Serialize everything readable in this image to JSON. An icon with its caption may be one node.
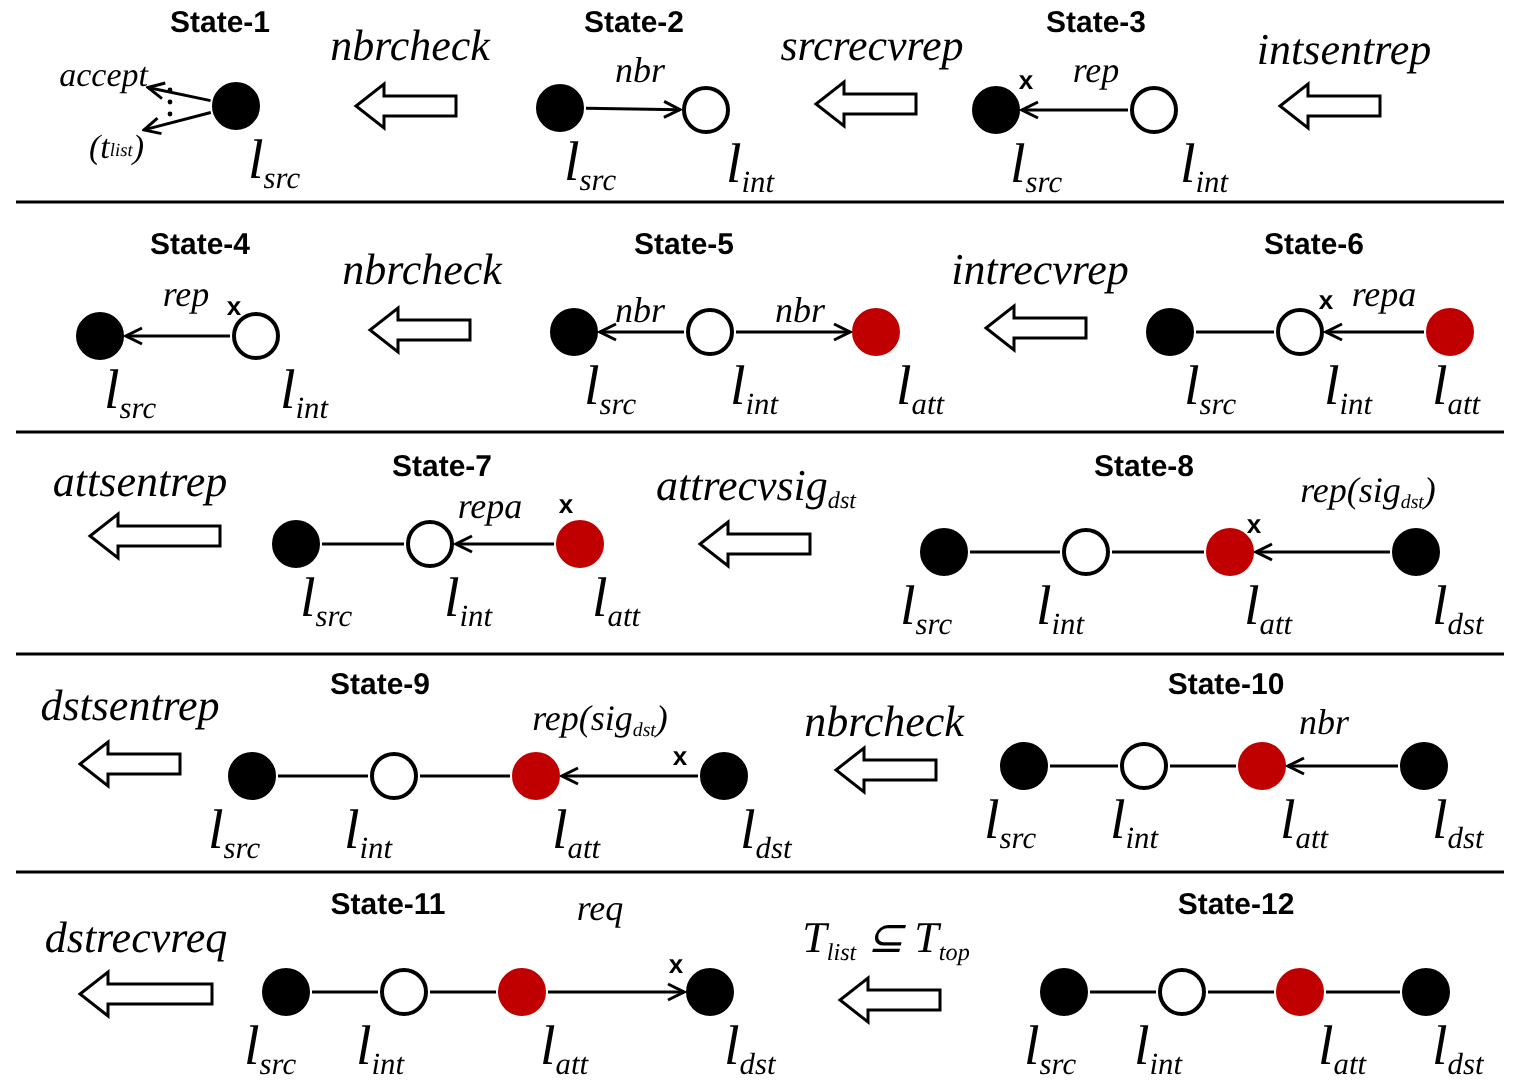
{
  "diagram": {
    "nodes": [
      {
        "text": [
          "State-1"
        ]
      },
      {
        "text": [
          "accept"
        ],
        "in": 0
      },
      {
        "text": [
          "(t$_{list}$)"
        ],
        "in": 0
      },
      {
        "text": [],
        "shape": "circle",
        "in": 0,
        "beside": [
          "l$_{src}$"
        ]
      },
      {
        "text": [
          "State-2"
        ]
      },
      {
        "text": [],
        "shape": "circle",
        "in": 4,
        "beside": [
          "l$_{src}$"
        ]
      },
      {
        "text": [],
        "shape": "circle",
        "in": 4,
        "beside": [
          "l$_{int}$"
        ]
      },
      {
        "text": [
          "State-3"
        ]
      },
      {
        "text": [],
        "shape": "circle",
        "in": 7,
        "beside": [
          "l$_{src}$"
        ]
      },
      {
        "text": [],
        "shape": "circle",
        "in": 7,
        "beside": [
          "l$_{int}$"
        ]
      },
      {
        "text": [
          "State-4"
        ]
      },
      {
        "text": [],
        "shape": "circle",
        "in": 10,
        "beside": [
          "l$_{src}$"
        ]
      },
      {
        "text": [],
        "shape": "circle",
        "in": 10,
        "beside": [
          "l$_{int}$"
        ]
      },
      {
        "text": [
          "State-5"
        ]
      },
      {
        "text": [],
        "shape": "circle",
        "in": 13,
        "beside": [
          "l$_{src}$"
        ]
      },
      {
        "text": [],
        "shape": "circle",
        "in": 13,
        "beside": [
          "l$_{int}$"
        ]
      },
      {
        "text": [],
        "shape": "circle",
        "in": 13,
        "beside": [
          "l$_{att}$"
        ]
      },
      {
        "text": [
          "State-6"
        ]
      },
      {
        "text": [],
        "shape": "circle",
        "in": 17,
        "beside": [
          "l$_{src}$"
        ]
      },
      {
        "text": [],
        "shape": "circle",
        "in": 17,
        "beside": [
          "l$_{int}$"
        ]
      },
      {
        "text": [],
        "shape": "circle",
        "in": 17,
        "beside": [
          "l$_{att}$"
        ]
      },
      {
        "text": [
          "State-7"
        ]
      },
      {
        "text": [],
        "shape": "circle",
        "in": 21,
        "beside": [
          "l$_{src}$"
        ]
      },
      {
        "text": [],
        "shape": "circle",
        "in": 21,
        "beside": [
          "l$_{int}$"
        ]
      },
      {
        "text": [],
        "shape": "circle",
        "in": 21,
        "beside": [
          "l$_{att}$"
        ]
      },
      {
        "text": [
          "State-8"
        ]
      },
      {
        "text": [],
        "shape": "circle",
        "in": 25,
        "beside": [
          "l$_{src}$"
        ]
      },
      {
        "text": [],
        "shape": "circle",
        "in": 25,
        "beside": [
          "l$_{int}$"
        ]
      },
      {
        "text": [],
        "shape": "circle",
        "in": 25,
        "beside": [
          "l$_{att}$"
        ]
      },
      {
        "text": [],
        "shape": "circle",
        "in": 25,
        "beside": [
          "l$_{dst}$"
        ]
      },
      {
        "text": [
          "State-9"
        ]
      },
      {
        "text": [],
        "shape": "circle",
        "in": 30,
        "beside": [
          "l$_{src}$"
        ]
      },
      {
        "text": [],
        "shape": "circle",
        "in": 30,
        "beside": [
          "l$_{int}$"
        ]
      },
      {
        "text": [],
        "shape": "circle",
        "in": 30,
        "beside": [
          "l$_{att}$"
        ]
      },
      {
        "text": [],
        "shape": "circle",
        "in": 30,
        "beside": [
          "l$_{dst}$"
        ]
      },
      {
        "text": [
          "State-10"
        ]
      },
      {
        "text": [],
        "shape": "circle",
        "in": 35,
        "beside": [
          "l$_{src}$"
        ]
      },
      {
        "text": [],
        "shape": "circle",
        "in": 35,
        "beside": [
          "l$_{int}$"
        ]
      },
      {
        "text": [],
        "shape": "circle",
        "in": 35,
        "beside": [
          "l$_{att}$"
        ]
      },
      {
        "text": [],
        "shape": "circle",
        "in": 35,
        "beside": [
          "l$_{dst}$"
        ]
      },
      {
        "text": [
          "State-11"
        ]
      },
      {
        "text": [],
        "shape": "circle",
        "in": 40,
        "beside": [
          "l$_{src}$"
        ]
      },
      {
        "text": [],
        "shape": "circle",
        "in": 40,
        "beside": [
          "l$_{int}$"
        ]
      },
      {
        "text": [],
        "shape": "circle",
        "in": 40,
        "beside": [
          "l$_{att}$"
        ]
      },
      {
        "text": [],
        "shape": "circle",
        "in": 40,
        "beside": [
          "l$_{dst}$"
        ]
      },
      {
        "text": [
          "State-12"
        ]
      },
      {
        "text": [],
        "shape": "circle",
        "in": 45,
        "beside": [
          "l$_{src}$"
        ]
      },
      {
        "text": [],
        "shape": "circle",
        "in": 45,
        "beside": [
          "l$_{int}$"
        ]
      },
      {
        "text": [],
        "shape": "circle",
        "in": 45,
        "beside": [
          "l$_{att}$"
        ]
      },
      {
        "text": [],
        "shape": "circle",
        "in": 45,
        "beside": [
          "l$_{dst}$"
        ]
      }
    ],
    "edges": [
      {
        "from": 3,
        "to": 1,
        "arrow": "to"
      },
      {
        "from": 3,
        "to": 2,
        "arrow": "to"
      },
      {
        "from": 4,
        "to": 0,
        "arrow": "to",
        "label": "nbrcheck",
        "style": "thick"
      },
      {
        "from": 5,
        "to": 6,
        "arrow": "to",
        "label": "nbr"
      },
      {
        "from": 7,
        "to": 4,
        "arrow": "to",
        "label": "srcrecvrep",
        "style": "thick"
      },
      {
        "from": 9,
        "to": 8,
        "arrow": "to",
        "label": "rep"
      },
      {
        "from": null,
        "to": 7,
        "arrow": "to",
        "label": "intsentrep",
        "style": "thick"
      },
      {
        "from": 12,
        "to": 11,
        "arrow": "to",
        "label": "rep"
      },
      {
        "from": 13,
        "to": 10,
        "arrow": "to",
        "label": "nbrcheck",
        "style": "thick"
      },
      {
        "from": 15,
        "to": 14,
        "arrow": "to",
        "label": "nbr"
      },
      {
        "from": 15,
        "to": 16,
        "arrow": "to",
        "label": "nbr"
      },
      {
        "from": 17,
        "to": 13,
        "arrow": "to",
        "label": "intrecvrep",
        "style": "thick"
      },
      {
        "from": 18,
        "to": 19,
        "arrow": "none"
      },
      {
        "from": 20,
        "to": 19,
        "arrow": "to",
        "label": "repa"
      },
      {
        "from": 21,
        "to": null,
        "arrow": "to",
        "label": "attsentrep",
        "style": "thick"
      },
      {
        "from": 22,
        "to": 23,
        "arrow": "none"
      },
      {
        "from": 24,
        "to": 23,
        "arrow": "to",
        "label": "repa"
      },
      {
        "from": 25,
        "to": 21,
        "arrow": "to",
        "label": "attrecvsig$_{dst}$",
        "style": "thick"
      },
      {
        "from": 26,
        "to": 27,
        "arrow": "none"
      },
      {
        "from": 27,
        "to": 28,
        "arrow": "none"
      },
      {
        "from": 29,
        "to": 28,
        "arrow": "to",
        "label": "rep(sig$_{dst}$)"
      },
      {
        "from": 30,
        "to": null,
        "arrow": "to",
        "label": "dstsentrep",
        "style": "thick"
      },
      {
        "from": 31,
        "to": 32,
        "arrow": "none"
      },
      {
        "from": 32,
        "to": 33,
        "arrow": "none"
      },
      {
        "from": 34,
        "to": 33,
        "arrow": "to",
        "label": "rep(sig$_{dst}$)"
      },
      {
        "from": 35,
        "to": 30,
        "arrow": "to",
        "label": "nbrcheck",
        "style": "thick"
      },
      {
        "from": 36,
        "to": 37,
        "arrow": "none"
      },
      {
        "from": 37,
        "to": 38,
        "arrow": "none"
      },
      {
        "from": 39,
        "to": 38,
        "arrow": "to",
        "label": "nbr"
      },
      {
        "from": 40,
        "to": null,
        "arrow": "to",
        "label": "dstrecvreq",
        "style": "thick"
      },
      {
        "from": 41,
        "to": 42,
        "arrow": "none"
      },
      {
        "from": 42,
        "to": 43,
        "arrow": "none"
      },
      {
        "from": 43,
        "to": 44,
        "arrow": "to",
        "label": "req"
      },
      {
        "from": 45,
        "to": 40,
        "arrow": "to",
        "label": "T$_{list}$ ⊆ T$_{top}$",
        "style": "thick"
      },
      {
        "from": 46,
        "to": 47,
        "arrow": "none"
      },
      {
        "from": 47,
        "to": 48,
        "arrow": "none"
      },
      {
        "from": 48,
        "to": 49,
        "arrow": "none"
      }
    ],
    "labels": [
      "x",
      "x",
      "x",
      "x",
      "x",
      "x",
      "x"
    ]
  }
}
